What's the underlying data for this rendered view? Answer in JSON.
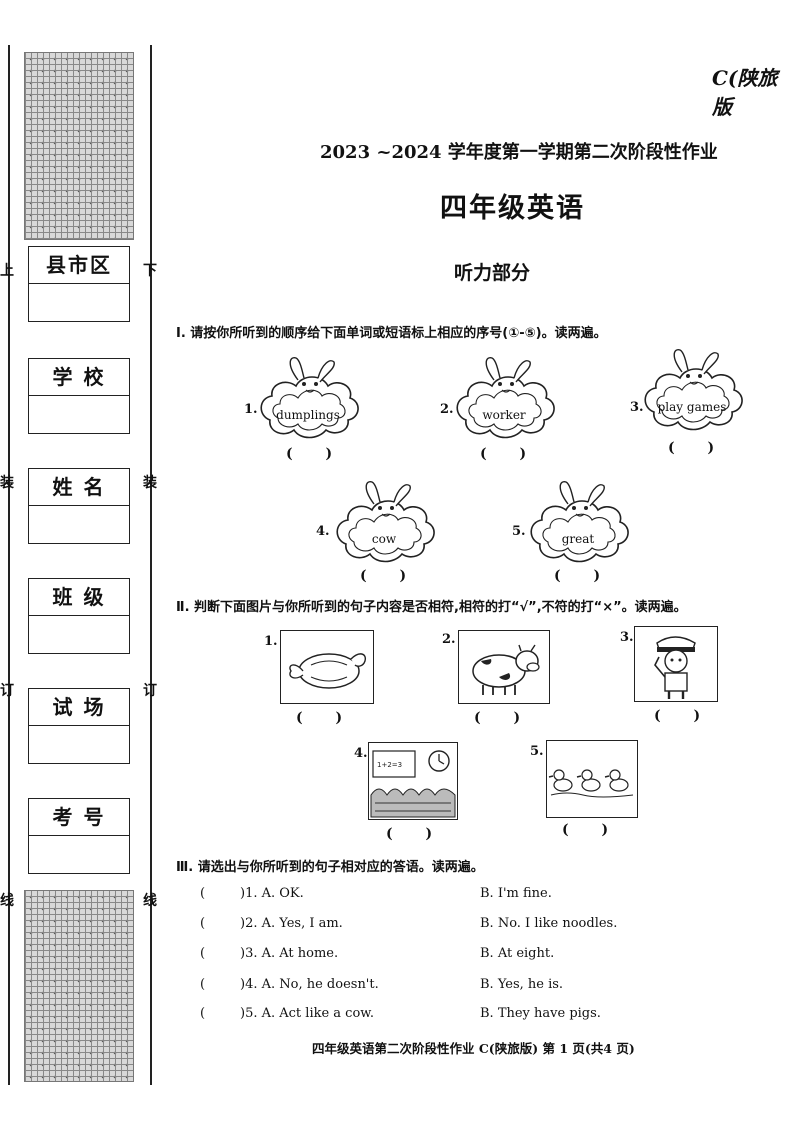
{
  "corner_label": "C(陕旅版",
  "title_year": "2023 ~2024 学年度第一学期第二次阶段性作业",
  "title_subject": "四年级英语",
  "title_part": "听力部分",
  "binding_marks": {
    "left": [
      "上",
      "装",
      "订",
      "线"
    ],
    "right": [
      "下",
      "装",
      "订",
      "线"
    ]
  },
  "info_fields": [
    "县市区",
    "学 校",
    "姓 名",
    "班 级",
    "试 场",
    "考 号"
  ],
  "section1": {
    "instruction": "Ⅰ. 请按你所听到的顺序给下面单词或短语标上相应的序号(①-⑤)。读两遍。",
    "items": [
      {
        "num": "1.",
        "word": "dumplings",
        "paren": "( )"
      },
      {
        "num": "2.",
        "word": "worker",
        "paren": "( )"
      },
      {
        "num": "3.",
        "word": "play games",
        "paren": "( )"
      },
      {
        "num": "4.",
        "word": "cow",
        "paren": "( )"
      },
      {
        "num": "5.",
        "word": "great",
        "paren": "( )"
      }
    ]
  },
  "section2": {
    "instruction": "Ⅱ. 判断下面图片与你所听到的句子内容是否相符,相符的打“√”,不符的打“×”。读两遍。",
    "items": [
      {
        "num": "1.",
        "picture": "roast-chicken",
        "paren": "( )"
      },
      {
        "num": "2.",
        "picture": "cow",
        "paren": "( )"
      },
      {
        "num": "3.",
        "picture": "policeman",
        "paren": "( )"
      },
      {
        "num": "4.",
        "picture": "classroom-clock",
        "paren": "( )",
        "board_text": "1+2=3"
      },
      {
        "num": "5.",
        "picture": "ducks",
        "paren": "( )"
      }
    ]
  },
  "section3": {
    "instruction": "Ⅲ. 请选出与你所听到的句子相对应的答语。读两遍。",
    "rows": [
      {
        "paren": "(",
        "a": ")1. A. OK.",
        "b": "B. I'm fine."
      },
      {
        "paren": "(",
        "a": ")2. A. Yes, I am.",
        "b": "B. No. I like noodles."
      },
      {
        "paren": "(",
        "a": ")3. A. At home.",
        "b": "B. At eight."
      },
      {
        "paren": "(",
        "a": ")4. A. No, he doesn't.",
        "b": "B. Yes, he is."
      },
      {
        "paren": "(",
        "a": ")5. A. Act like a cow.",
        "b": "B. They have pigs."
      }
    ]
  },
  "footer": "四年级英语第二次阶段性作业 C(陕旅版)  第 1 页(共4 页)"
}
